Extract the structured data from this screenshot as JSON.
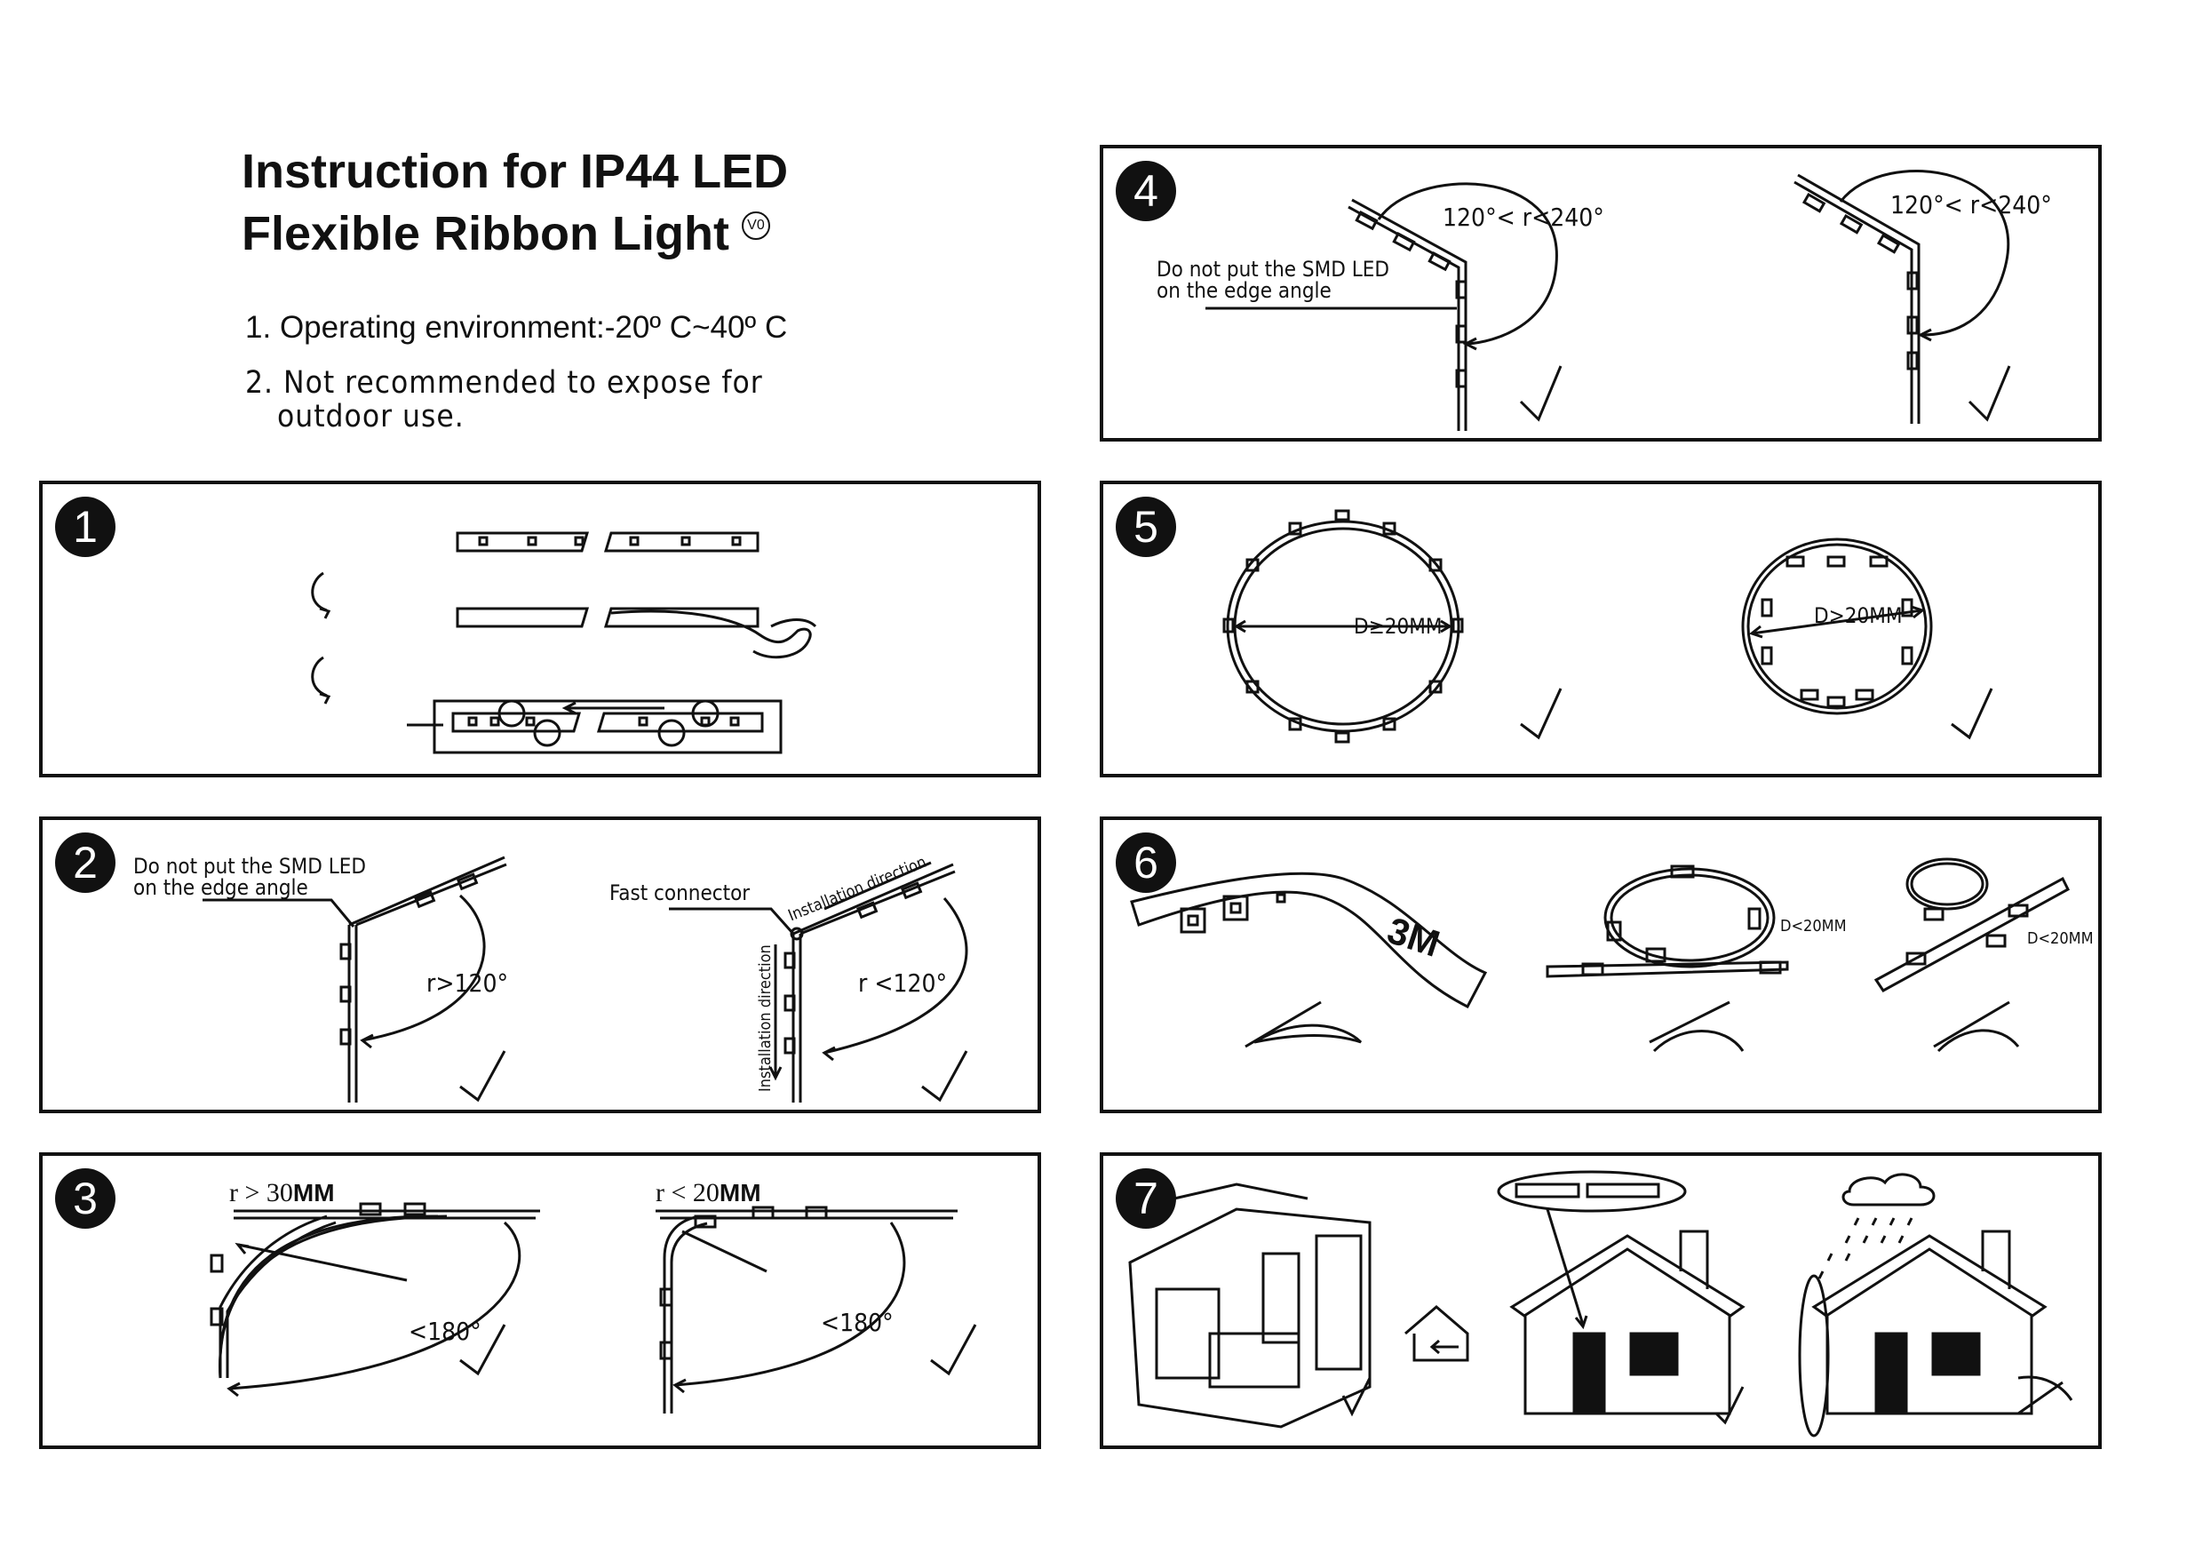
{
  "header": {
    "title_line1": "Instruction for IP44 LED",
    "title_line2": "Flexible Ribbon Light",
    "version_badge": "V0"
  },
  "notes": {
    "item1_number": "1.",
    "item1_text": "Operating environment:-20º C~40º C",
    "item2_number": "2.",
    "item2_line1": "Not recommended to expose for",
    "item2_line2": "outdoor use."
  },
  "panels": {
    "p1": {
      "number": "1"
    },
    "p2": {
      "number": "2",
      "warning_line1": "Do not put the SMD LED",
      "warning_line2": "on the edge angle",
      "angle_left": "r>120°",
      "connector_label": "Fast connector",
      "install_dir_top": "Installation direction",
      "install_dir_side": "Installation direction",
      "angle_right": "r  <120°",
      "check_mark": "✓"
    },
    "p3": {
      "number": "3",
      "radius_left_prefix": "r > 30",
      "radius_left_unit": "MM",
      "angle_left": "<180°",
      "radius_right_prefix": "r < 20",
      "radius_right_unit": "MM",
      "angle_right": "<180°"
    },
    "p4": {
      "number": "4",
      "angle_left": "120°< r<240°",
      "warning_line1": "Do not put the SMD LED",
      "warning_line2": "on the edge angle",
      "angle_right": "120°< r<240°"
    },
    "p5": {
      "number": "5",
      "diameter_left": "D≥20MM",
      "diameter_right": "D>20MM"
    },
    "p6": {
      "number": "6",
      "tape_label": "3M",
      "diameter_mid": "D<20MM",
      "diameter_right": "D<20MM"
    },
    "p7": {
      "number": "7"
    }
  },
  "colors": {
    "ink": "#111111",
    "paper": "#ffffff"
  }
}
